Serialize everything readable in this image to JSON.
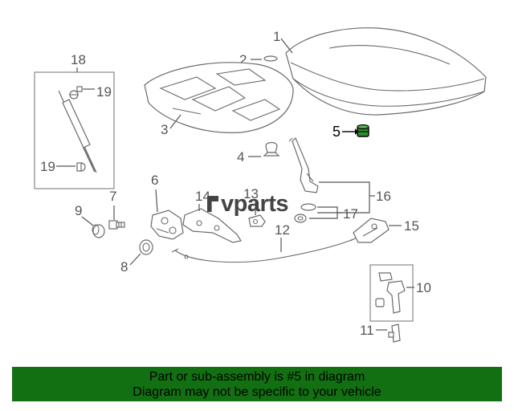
{
  "callouts": {
    "c1": "1",
    "c2": "2",
    "c3": "3",
    "c4": "4",
    "c5": "5",
    "c6": "6",
    "c7": "7",
    "c8": "8",
    "c9": "9",
    "c10": "10",
    "c11": "11",
    "c12": "12",
    "c13": "13",
    "c14": "14",
    "c15": "15",
    "c16": "16",
    "c17": "17",
    "c18": "18",
    "c19a": "19",
    "c19b": "19"
  },
  "watermark": {
    "text": "vparts"
  },
  "banner": {
    "line1": "Part or sub-assembly is #5 in diagram",
    "line2": "Diagram may not be specific to your vehicle"
  },
  "colors": {
    "banner_bg": "#127012",
    "highlight_part": "#2e8b2e",
    "line_art": "#6a6a6a"
  }
}
